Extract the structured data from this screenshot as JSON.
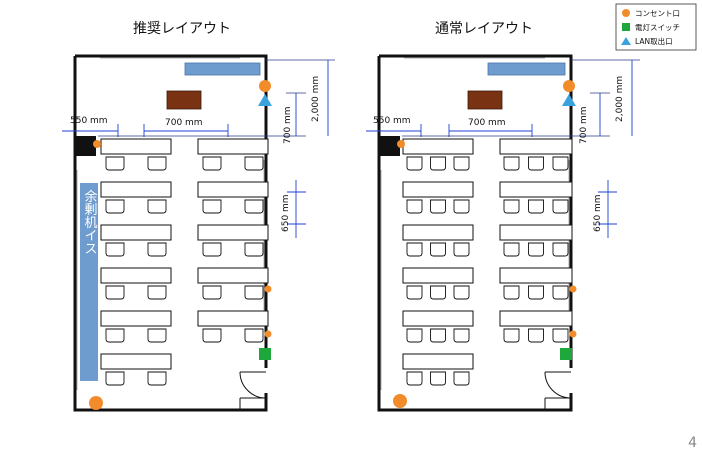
{
  "legend": {
    "items": [
      {
        "label": "コンセント口",
        "color": "#f28c2a",
        "shape": "circle"
      },
      {
        "label": "電灯スイッチ",
        "color": "#1ea83c",
        "shape": "square"
      },
      {
        "label": "LAN取出口",
        "color": "#3aa2dc",
        "shape": "triangle"
      }
    ]
  },
  "layouts": [
    {
      "title": "推奨レイアウト",
      "extra_label": "余剰机イス",
      "dims": {
        "left": "550 mm",
        "gap": "700 mm",
        "top": "700 mm",
        "total": "2,000 mm",
        "row": "650 mm"
      }
    },
    {
      "title": "通常レイアウト",
      "dims": {
        "left": "550 mm",
        "gap": "700 mm",
        "top": "700 mm",
        "total": "2,000 mm",
        "row": "650 mm"
      }
    }
  ],
  "page_number": "4",
  "colors": {
    "wall": "#111111",
    "dim_line": "#1f3fd4",
    "whiteboard": "#6f9ccf",
    "podium": "#7a3312",
    "extra": "#6f9ccf"
  }
}
